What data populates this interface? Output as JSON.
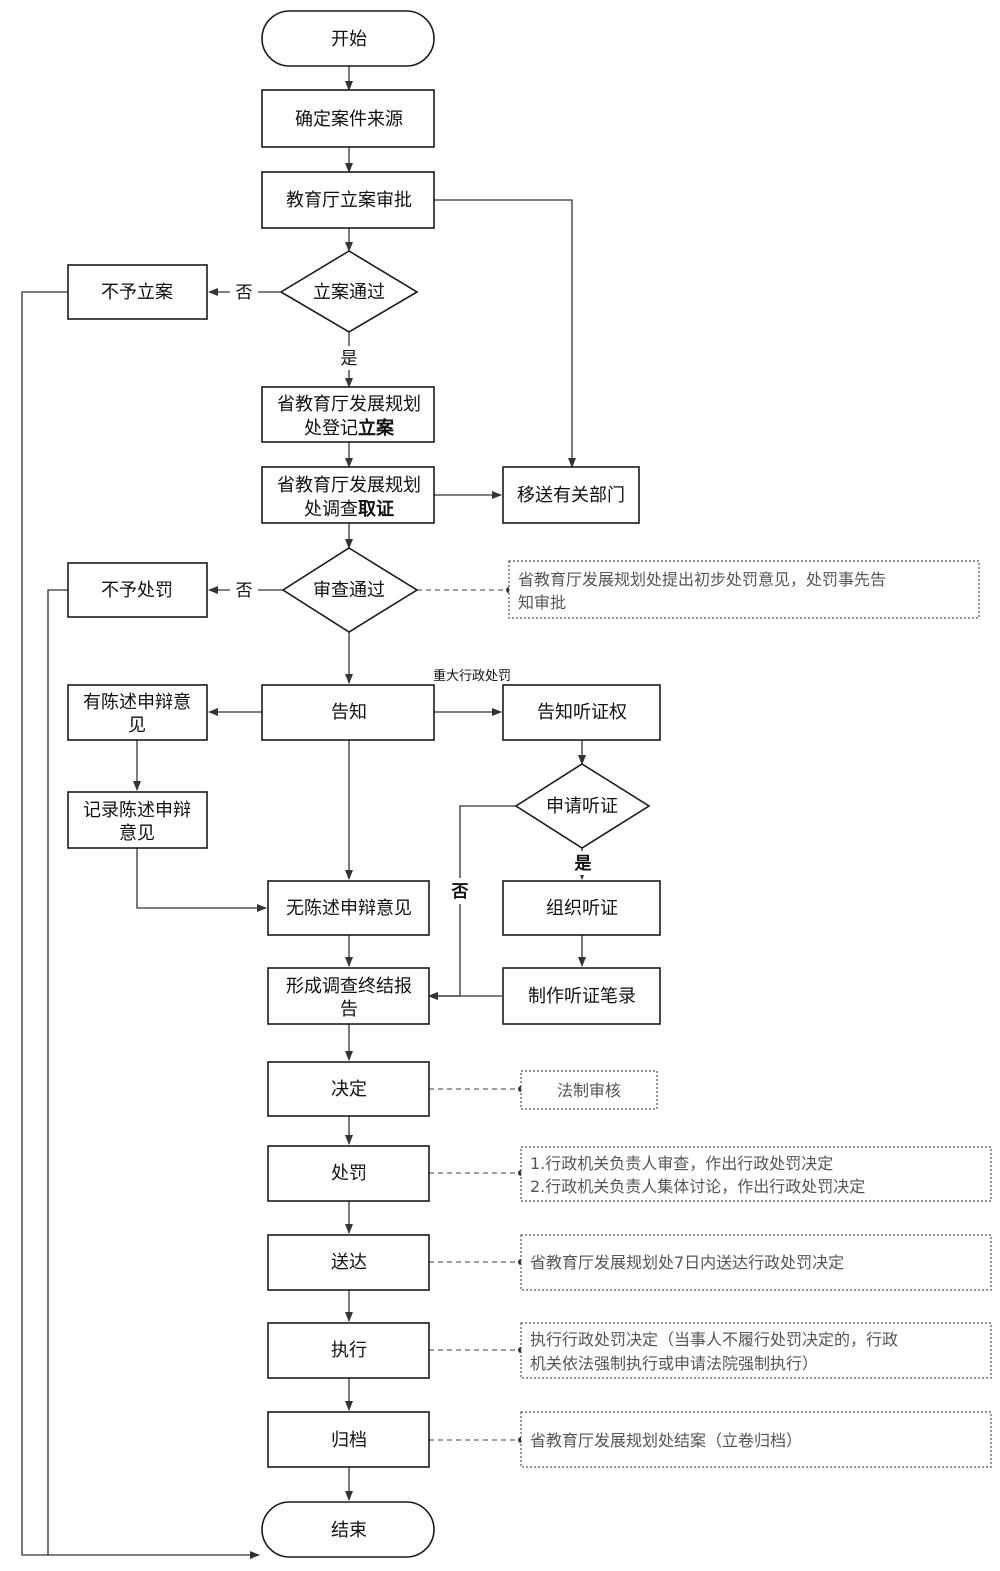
{
  "nodes": {
    "start": "开始",
    "source": "确定案件来源",
    "approval": "教育厅立案审批",
    "pass_filing": "立案通过",
    "no_filing": "不予立案",
    "register_l1": "省教育厅发展规划",
    "register_l2": "处登记",
    "register_bold": "立案",
    "investigate_l1": "省教育厅发展规划",
    "investigate_l2": "处调查",
    "investigate_bold": "取证",
    "transfer": "移送有关部门",
    "pass_review": "审查通过",
    "no_penalty": "不予处罚",
    "notify": "告知",
    "has_statement_l1": "有陈述申辩意",
    "has_statement_l2": "见",
    "record_statement_l1": "记录陈述申辩",
    "record_statement_l2": "意见",
    "no_statement": "无陈述申辩意见",
    "notify_hearing": "告知听证权",
    "apply_hearing": "申请听证",
    "organize_hearing": "组织听证",
    "hearing_record": "制作听证笔录",
    "report_l1": "形成调查终结报",
    "report_l2": "告",
    "decision": "决定",
    "penalty": "处罚",
    "delivery": "送达",
    "execute": "执行",
    "archive": "归档",
    "end": "结束"
  },
  "labels": {
    "no1": "否",
    "yes1": "是",
    "no2": "否",
    "major_penalty": "重大行政处罚",
    "no3": "否",
    "yes2": "是"
  },
  "notes": {
    "preliminary_l1": "省教育厅发展规划处提出初步处罚意见，处罚事先告",
    "preliminary_l2": "知审批",
    "legal_review": "法制审核",
    "penalty_l1": "1.行政机关负责人审查，作出行政处罚决定",
    "penalty_l2": "2.行政机关负责人集体讨论，作出行政处罚决定",
    "delivery": "省教育厅发展规划处7日内送达行政处罚决定",
    "execute_l1": "执行行政处罚决定（当事人不履行处罚决定的，行政",
    "execute_l2": "机关依法强制执行或申请法院强制执行）",
    "archive": "省教育厅发展规划处结案（立卷归档）"
  }
}
